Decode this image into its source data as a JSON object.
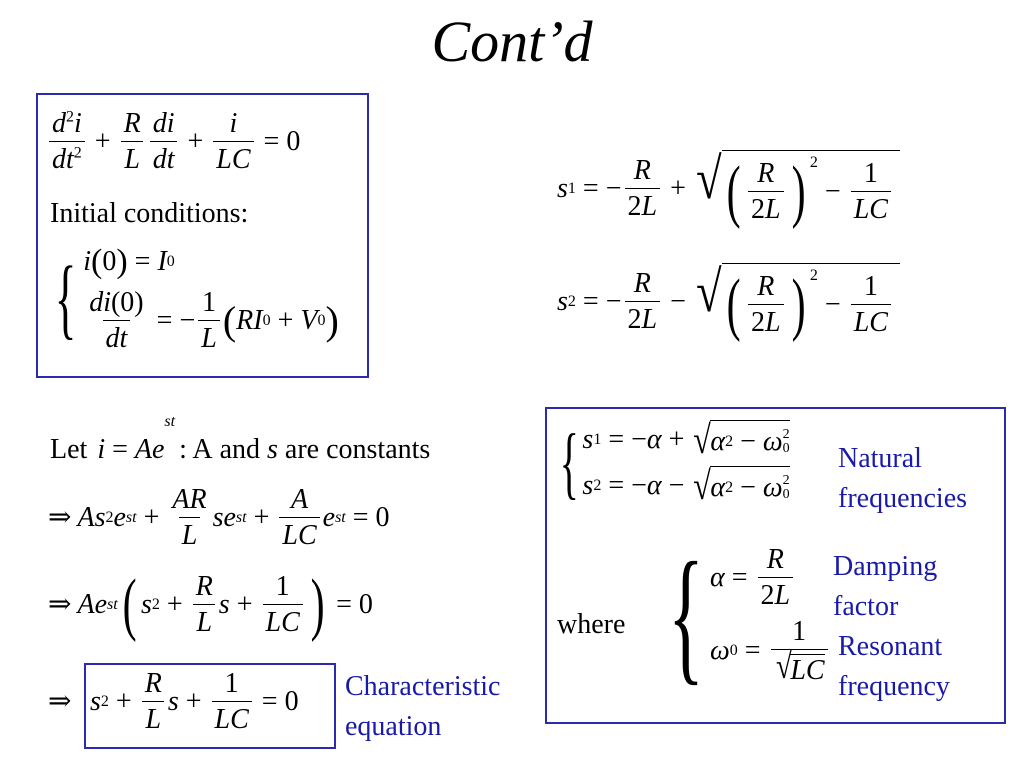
{
  "title": "Cont’d",
  "box1": {
    "initial_conditions": "Initial  conditions:"
  },
  "let_line": {
    "let": "Let",
    "colon_part": ": A",
    "and": " and ",
    "s": "s",
    "rest": " are constants"
  },
  "labels": {
    "characteristic": "Characteristic",
    "equation": "equation",
    "natural": "Natural",
    "frequencies": "frequencies",
    "damping": "Damping",
    "factor": "factor",
    "resonant": "Resonant",
    "frequency": "frequency",
    "where": "where"
  },
  "colors": {
    "box_border": "#2b2bb0",
    "label_text": "#1a1aa8"
  }
}
